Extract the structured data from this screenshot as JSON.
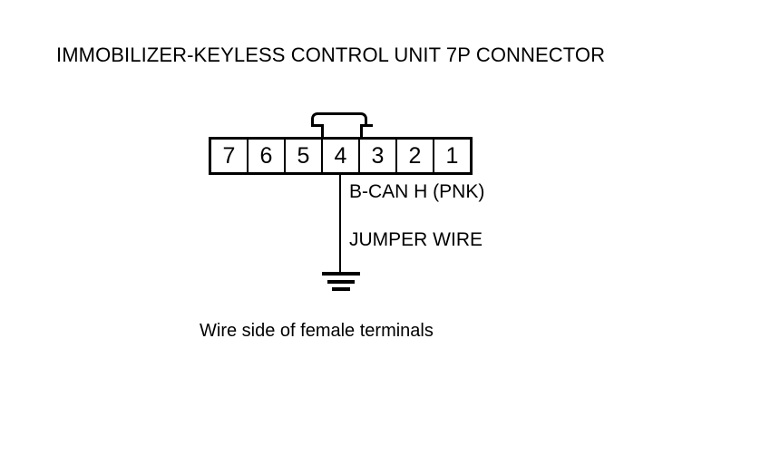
{
  "diagram": {
    "title": "IMMOBILIZER-KEYLESS CONTROL UNIT 7P CONNECTOR",
    "caption": "Wire side of female terminals",
    "background_color": "#ffffff",
    "line_color": "#000000"
  },
  "connector": {
    "pin_count": 7,
    "pins": [
      {
        "number": "7"
      },
      {
        "number": "6"
      },
      {
        "number": "5"
      },
      {
        "number": "4"
      },
      {
        "number": "3"
      },
      {
        "number": "2"
      },
      {
        "number": "1"
      }
    ],
    "latch_icon": "connector-latch-tab"
  },
  "wires": [
    {
      "id": "bcan-h",
      "label": "B-CAN H (PNK)",
      "from_pin": "4",
      "color_code": "PNK"
    },
    {
      "id": "jumper",
      "label": "JUMPER WIRE",
      "terminates_at": "ground"
    }
  ],
  "symbols": {
    "ground": "ground-symbol"
  }
}
